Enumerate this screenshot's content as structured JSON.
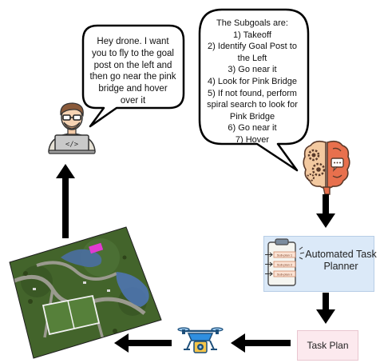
{
  "user_bubble": {
    "text": "Hey drone. I want you to fly to the goal post on the left and then go near the pink bridge and hover over it"
  },
  "subgoals_bubble": {
    "heading": "The Subgoals are:",
    "items": [
      "1) Takeoff",
      "2) Identify Goal Post to the Left",
      "3) Go near it",
      "4) Look for Pink Bridge",
      "5) If not found, perform spiral search to look for Pink Bridge",
      "6) Go near it",
      "7) Hover"
    ]
  },
  "planner": {
    "label": "Automated Task Planner",
    "subplans": [
      "Sub-plan 1",
      "Sub-plan 2",
      "Sub-plan n"
    ]
  },
  "task_plan": {
    "label": "Task Plan"
  },
  "icons": {
    "user": "developer-at-laptop-icon",
    "brain": "brain-with-gears-icon",
    "drone": "quadcopter-drone-icon",
    "scene": "simulated-park-aerial-view",
    "planner": "clipboard-checklist-icon"
  },
  "colors": {
    "arrow": "#000000",
    "planner_fill": "#dbe9f8",
    "task_plan_fill": "#fce9ee",
    "brain_left": "#f3c9a0",
    "brain_right": "#e8704d",
    "drone_body": "#2f8fe0"
  }
}
